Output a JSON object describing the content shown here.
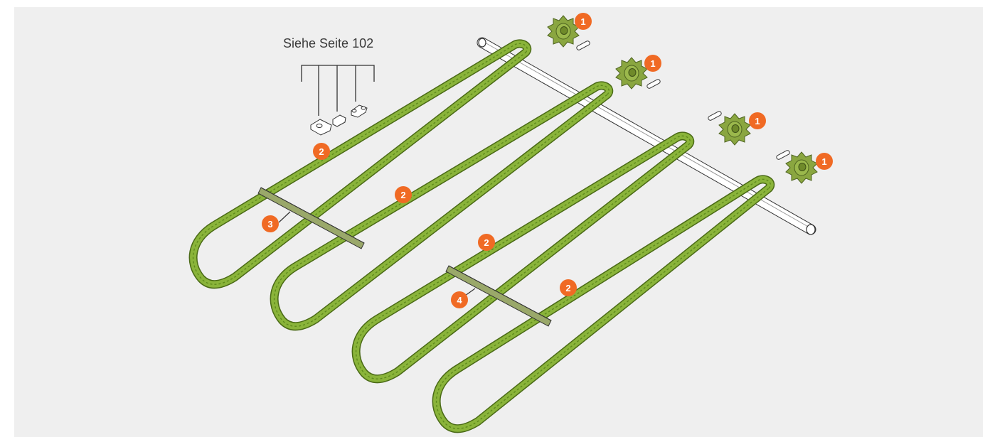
{
  "colors": {
    "background": "#efefef",
    "chain": "#8ab43a",
    "chain_dark": "#5e8a1c",
    "sprocket": "#8aa640",
    "callout": "#f06a24",
    "line": "#333333"
  },
  "reference_label": "Siehe Seite 102",
  "callouts": {
    "sprocket": "1",
    "chain": "2",
    "slat_a": "3",
    "slat_b": "4"
  }
}
